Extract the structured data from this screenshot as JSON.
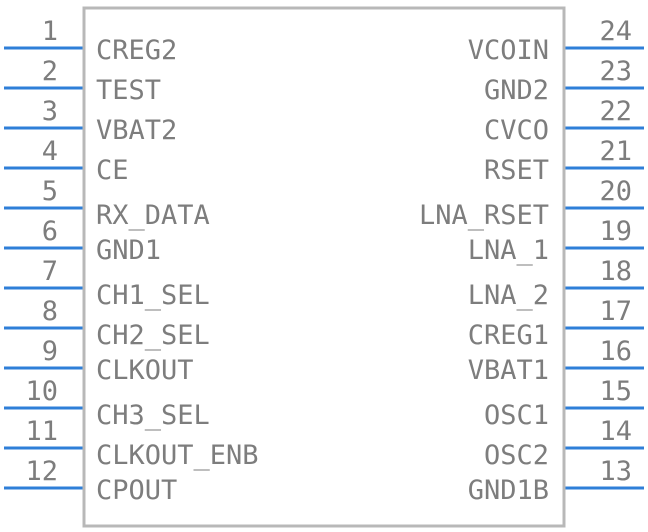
{
  "component": {
    "left_pins": [
      {
        "number": "1",
        "name": "CREG2"
      },
      {
        "number": "2",
        "name": "TEST"
      },
      {
        "number": "3",
        "name": "VBAT2"
      },
      {
        "number": "4",
        "name": "CE"
      },
      {
        "number": "5",
        "name": "RX_DATA"
      },
      {
        "number": "6",
        "name": "GND1"
      },
      {
        "number": "7",
        "name": "CH1_SEL"
      },
      {
        "number": "8",
        "name": "CH2_SEL"
      },
      {
        "number": "9",
        "name": "CLKOUT"
      },
      {
        "number": "10",
        "name": "CH3_SEL"
      },
      {
        "number": "11",
        "name": "CLKOUT_ENB"
      },
      {
        "number": "12",
        "name": "CPOUT"
      }
    ],
    "right_pins": [
      {
        "number": "24",
        "name": "VCOIN"
      },
      {
        "number": "23",
        "name": "GND2"
      },
      {
        "number": "22",
        "name": "CVCO"
      },
      {
        "number": "21",
        "name": "RSET"
      },
      {
        "number": "20",
        "name": "LNA_RSET"
      },
      {
        "number": "19",
        "name": "LNA_1"
      },
      {
        "number": "18",
        "name": "LNA_2"
      },
      {
        "number": "17",
        "name": "CREG1"
      },
      {
        "number": "16",
        "name": "VBAT1"
      },
      {
        "number": "15",
        "name": "OSC1"
      },
      {
        "number": "14",
        "name": "OSC2"
      },
      {
        "number": "13",
        "name": "GND1B"
      }
    ]
  },
  "colors": {
    "pin": "#2f7fd8",
    "body_outline": "#b8b8b8",
    "text": "#7d7d7d"
  }
}
